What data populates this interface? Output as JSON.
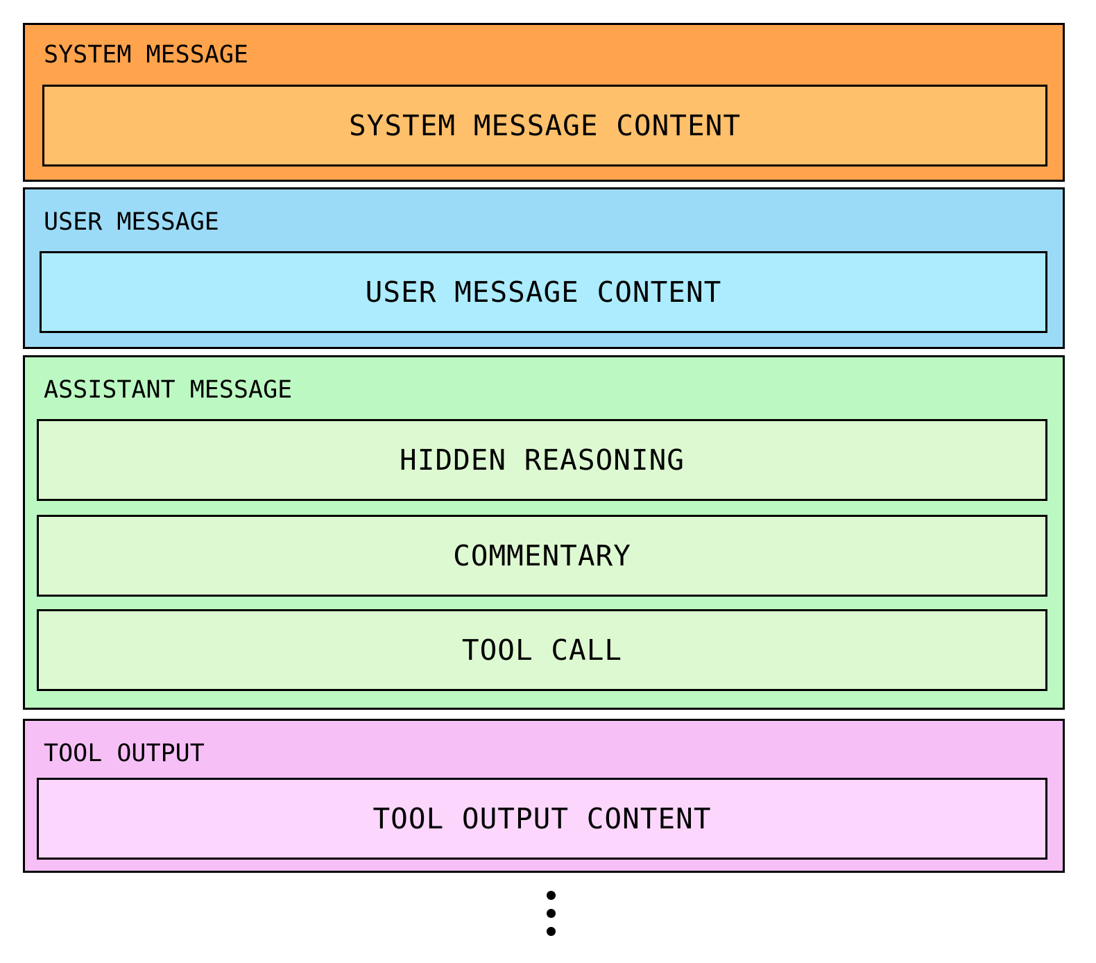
{
  "sections": [
    {
      "title": "SYSTEM MESSAGE",
      "color": "#ffa34d",
      "content_color": "#ffc06b",
      "contents": [
        "SYSTEM MESSAGE CONTENT"
      ]
    },
    {
      "title": "USER MESSAGE",
      "color": "#9cdbf8",
      "content_color": "#acecfe",
      "contents": [
        "USER MESSAGE CONTENT"
      ]
    },
    {
      "title": "ASSISTANT MESSAGE",
      "color": "#bcf9c2",
      "content_color": "#ddf9d1",
      "contents": [
        "HIDDEN REASONING",
        "COMMENTARY",
        "TOOL CALL"
      ]
    },
    {
      "title": "TOOL OUTPUT",
      "color": "#f6c0f6",
      "content_color": "#fcd6fc",
      "contents": [
        "TOOL OUTPUT CONTENT"
      ]
    }
  ],
  "continuation_icon": "vertical-ellipsis-icon"
}
